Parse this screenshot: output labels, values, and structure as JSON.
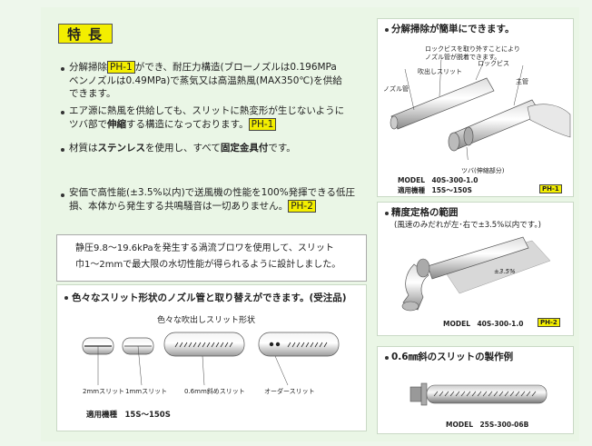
{
  "features_title": "特長",
  "bullets": {
    "b1_line1_pre": "分解掃除",
    "b1_tag": "PH-1",
    "b1_line1_post": "ができ、耐圧力構造(ブローノズルは0.196MPa",
    "b1_line2": "ベンノズルは0.49MPa)で蒸気又は高温熱風(MAX350℃)を供給",
    "b1_line3": "できます。",
    "b2_line1": "エア源に熱風を供給しても、スリットに熱変形が生じないように",
    "b2_line2_pre": "ツバ部で",
    "b2_line2_bold": "伸縮",
    "b2_line2_post": "する構造になっております。",
    "b2_tag": "PH-1",
    "b3_pre": "材質は",
    "b3_bold1": "ステンレス",
    "b3_mid": "を使用し、すべて",
    "b3_bold2": "固定金具付",
    "b3_post": "です。",
    "b4_line1": "安価で高性能(±3.5%以内)で送風機の性能を100%発揮できる低圧",
    "b4_line2_pre": "損、本体から発生する共鳴騒音は一切ありません。",
    "b4_tag": "PH-2"
  },
  "info_box": {
    "line1": "静圧9.8～19.6kPaを発生する渦流ブロワを使用して、スリット",
    "line2": "巾1～2mmで最大限の水切性能が得られるように設計しました。"
  },
  "slit_box": {
    "heading": "色々なスリット形状のノズル管と取り替えができます。(受注品)",
    "subheading": "色々な吹出しスリット形状",
    "labels": [
      "2mmスリット",
      "1mmスリット",
      "0.6mm斜めスリット",
      "オーダースリット"
    ],
    "applicable": "適用機種　15S～150S"
  },
  "disassembly": {
    "heading": "分解掃除が簡単にできます。",
    "note_line1": "ロックビスを取り外すことにより",
    "note_line2": "ノズル管が脱着できます。",
    "lbl_lockbis": "ロックビス",
    "lbl_slit": "吹出しスリット",
    "lbl_nozzle": "ノズル管",
    "lbl_body": "主管",
    "lbl_flange": "ツバ(伸縮部分)",
    "model": "MODEL　40S-300-1.0",
    "applicable": "適用機種　15S～150S",
    "tag": "PH-1"
  },
  "precision": {
    "heading": "精度定格の範囲",
    "sub": "(風速のみだれが左･右で±3.5%以内です。)",
    "lbl_pct": "±3.5%",
    "model": "MODEL　40S-300-1.0",
    "tag": "PH-2"
  },
  "slant": {
    "heading": "0.6㎜斜のスリットの製作例",
    "model": "MODEL　25S-300-06B"
  }
}
